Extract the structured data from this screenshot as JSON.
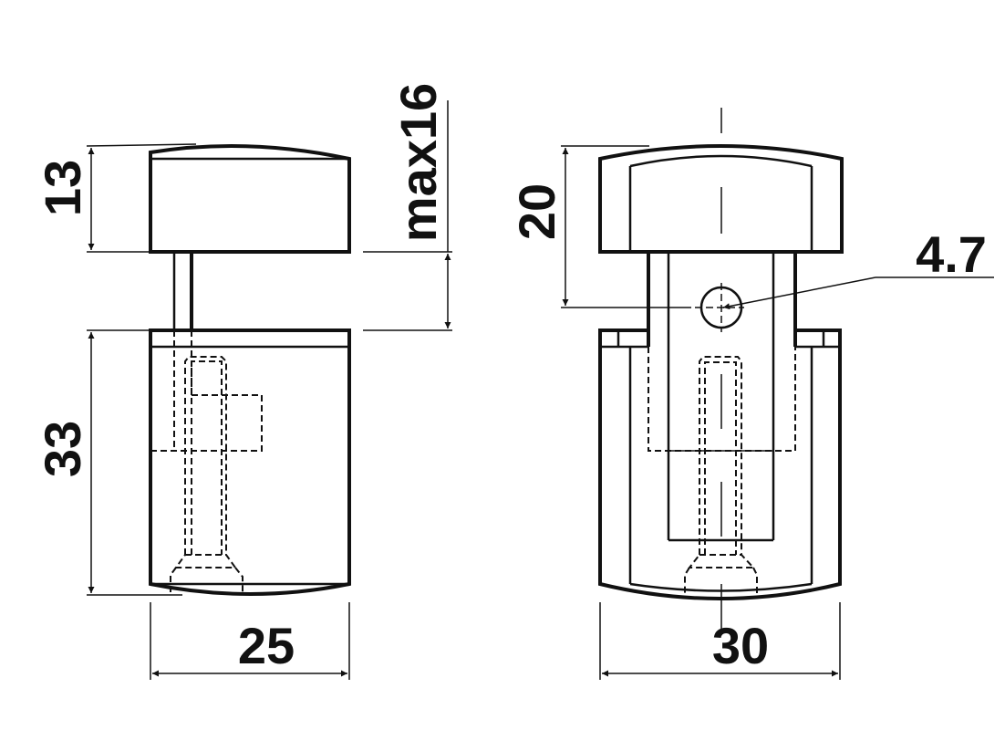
{
  "drawing": {
    "side_view": {
      "dim_cap_height": "13",
      "dim_body_height": "33",
      "dim_gap": "max16",
      "dim_width": "25"
    },
    "front_view": {
      "dim_hole_offset": "20",
      "dim_hole_diameter": "4.7",
      "dim_width": "30"
    },
    "line_color": "#111111"
  }
}
